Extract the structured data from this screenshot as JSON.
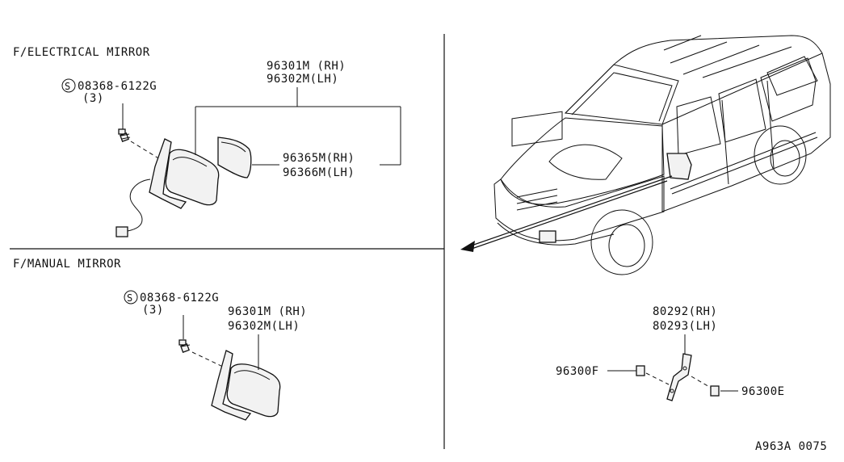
{
  "sections": {
    "electrical_title": "F/ELECTRICAL MIRROR",
    "manual_title": "F/MANUAL MIRROR"
  },
  "electrical": {
    "screw_symbol": "S",
    "screw_part": "08368-6122G",
    "screw_qty": "(3)",
    "mirror_rh": "96301M (RH)",
    "mirror_lh": "96302M(LH)",
    "glass_rh": "96365M(RH)",
    "glass_lh": "96366M(LH)"
  },
  "manual": {
    "screw_symbol": "S",
    "screw_part": "08368-6122G",
    "screw_qty": "(3)",
    "mirror_rh": "96301M (RH)",
    "mirror_lh": "96302M(LH)"
  },
  "bracket": {
    "bracket_rh": "80292(RH)",
    "bracket_lh": "80293(LH)",
    "clip_f": "96300F",
    "clip_e": "96300E"
  },
  "footer": {
    "code": "A963A 0075"
  }
}
